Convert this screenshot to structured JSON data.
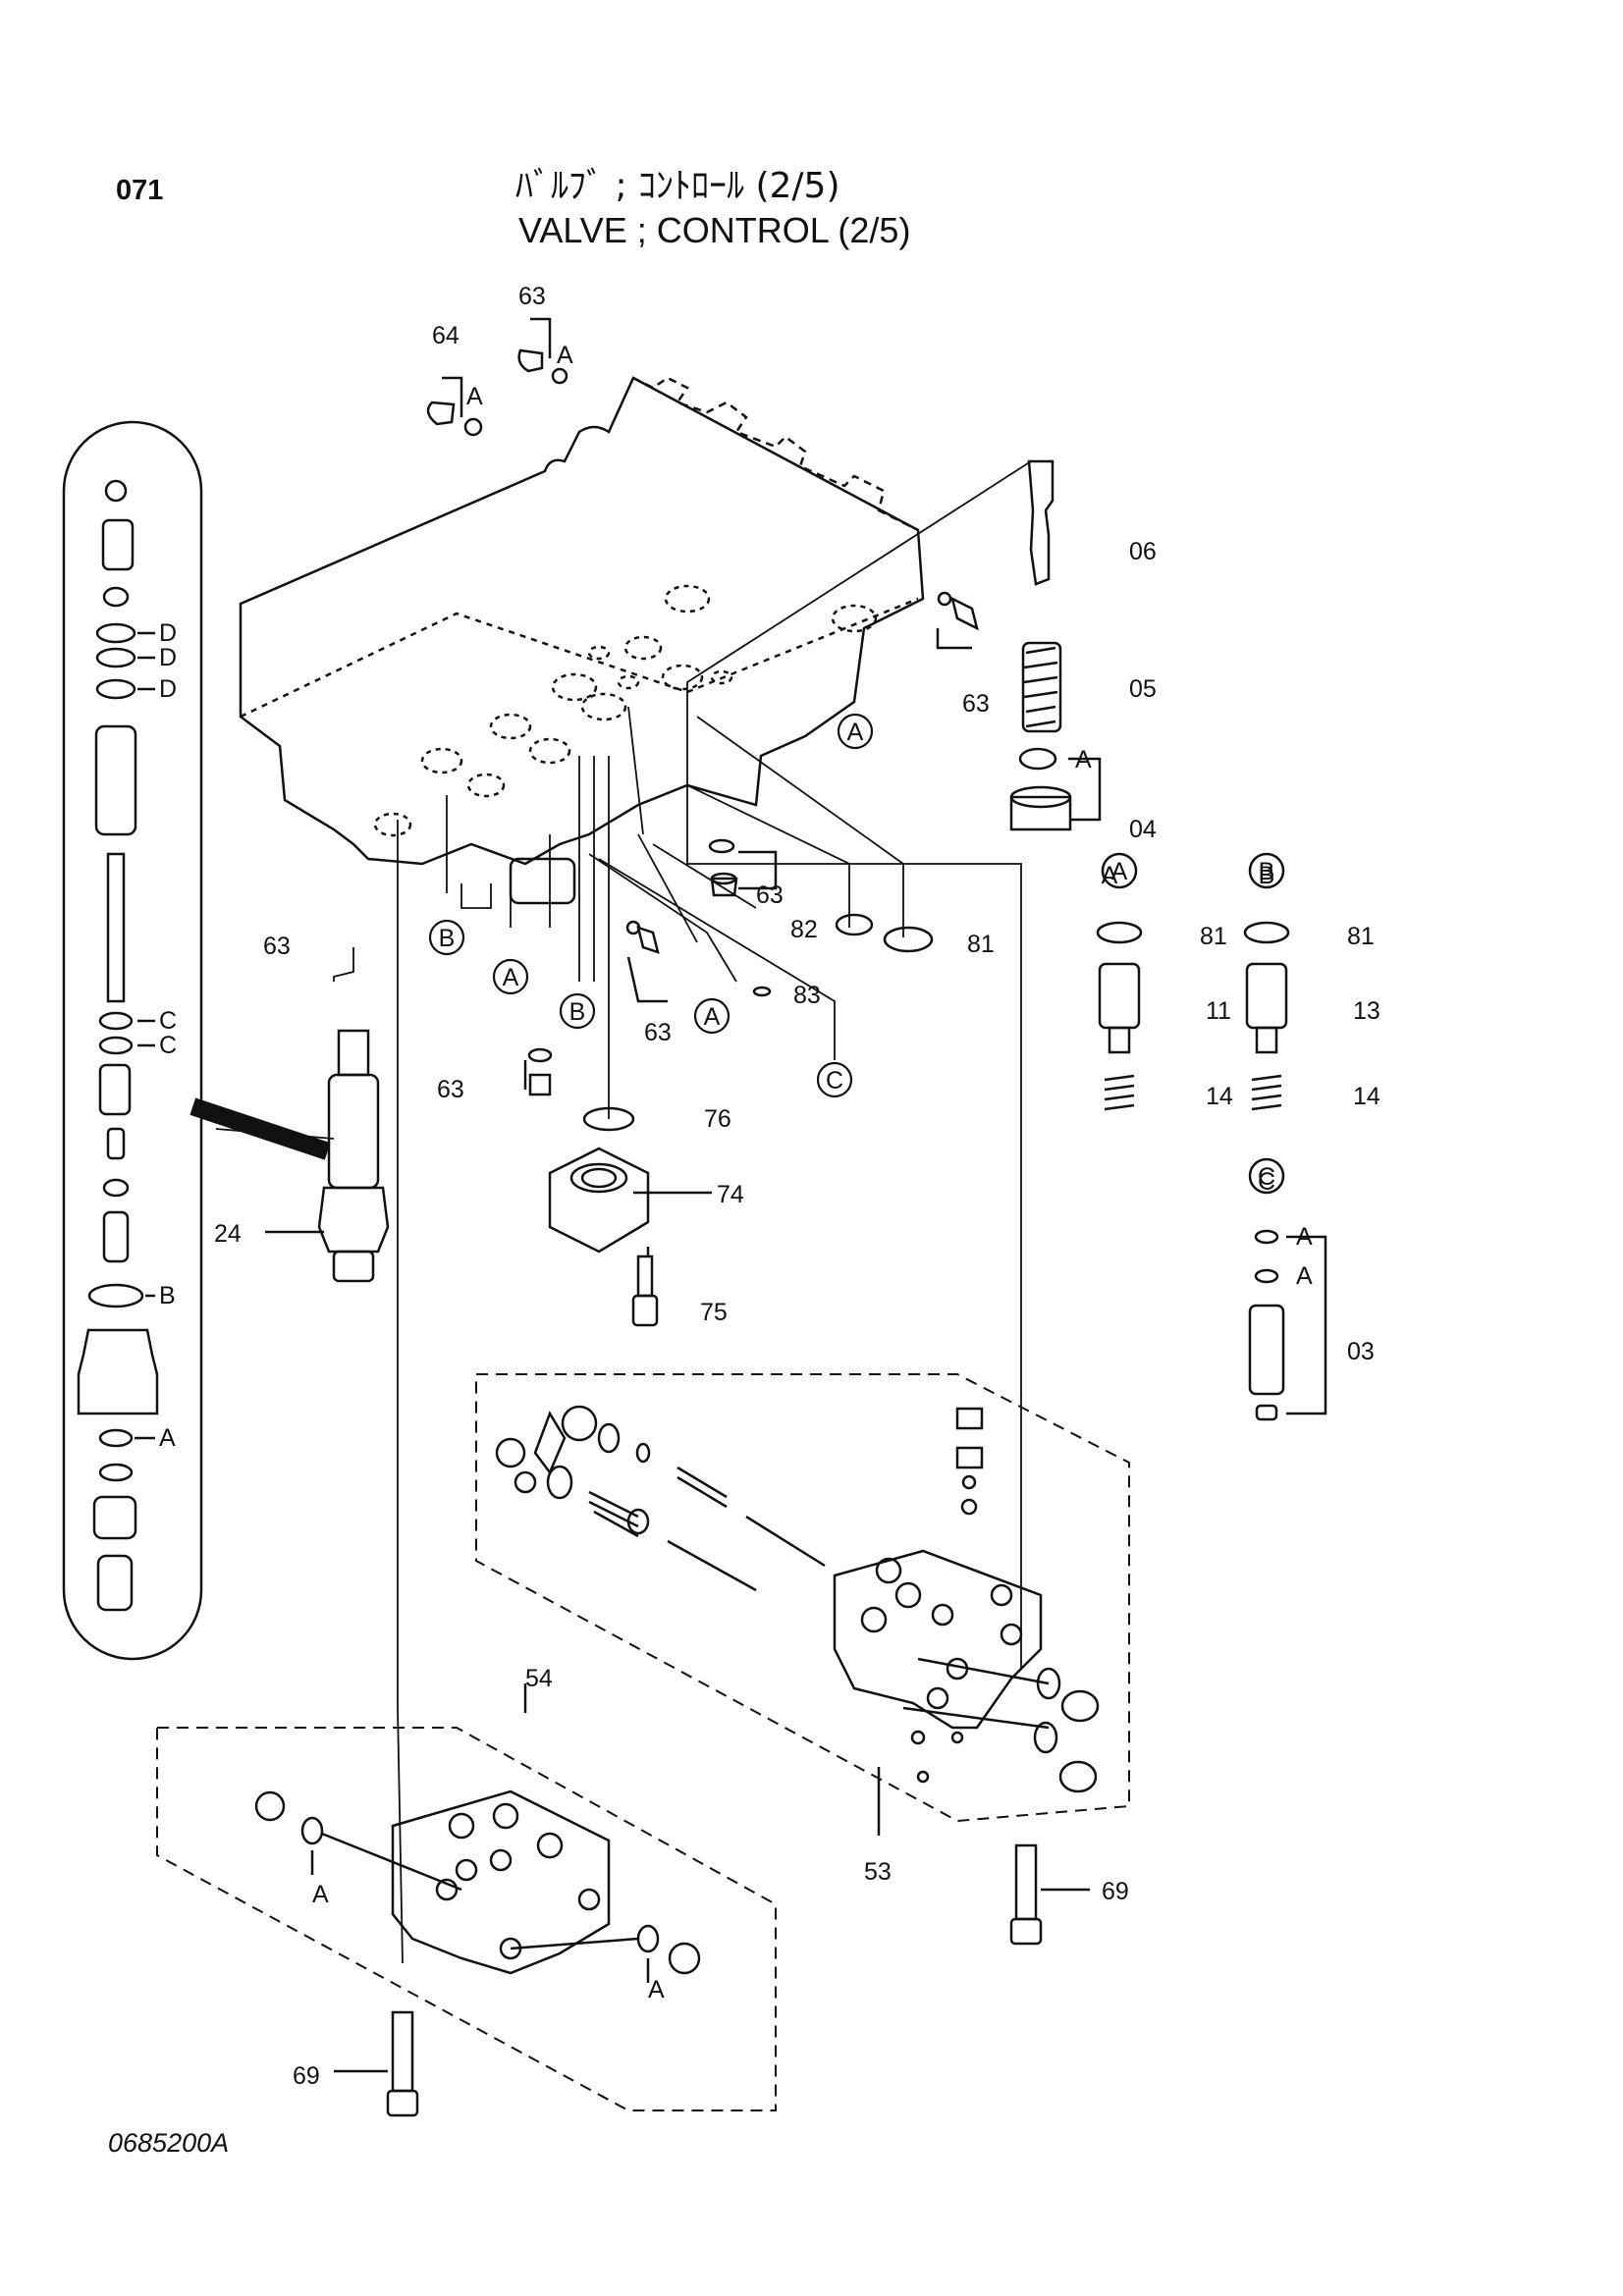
{
  "header": {
    "page_number": "071",
    "title_jp": "ﾊﾞﾙﾌﾞ ; ｺﾝﾄﾛｰﾙ (2/5)",
    "title_en": "VALVE ; CONTROL (2/5)"
  },
  "footer": {
    "drawing_code": "0685200A"
  },
  "callouts": [
    "63",
    "64",
    "A",
    "A",
    "06",
    "05",
    "04",
    "A",
    "63",
    "A",
    "B",
    "81",
    "81",
    "11",
    "13",
    "14",
    "14",
    "C",
    "A",
    "A",
    "03",
    "63",
    "82",
    "81",
    "83",
    "63",
    "63",
    "63",
    "76",
    "74",
    "75",
    "24",
    "54",
    "53",
    "69",
    "69",
    "A",
    "A"
  ],
  "circle_labels": [
    "A",
    "B",
    "A",
    "B",
    "A",
    "C",
    "A",
    "B",
    "C"
  ],
  "inset_labels": [
    "D",
    "D",
    "D",
    "C",
    "C",
    "B",
    "A"
  ]
}
